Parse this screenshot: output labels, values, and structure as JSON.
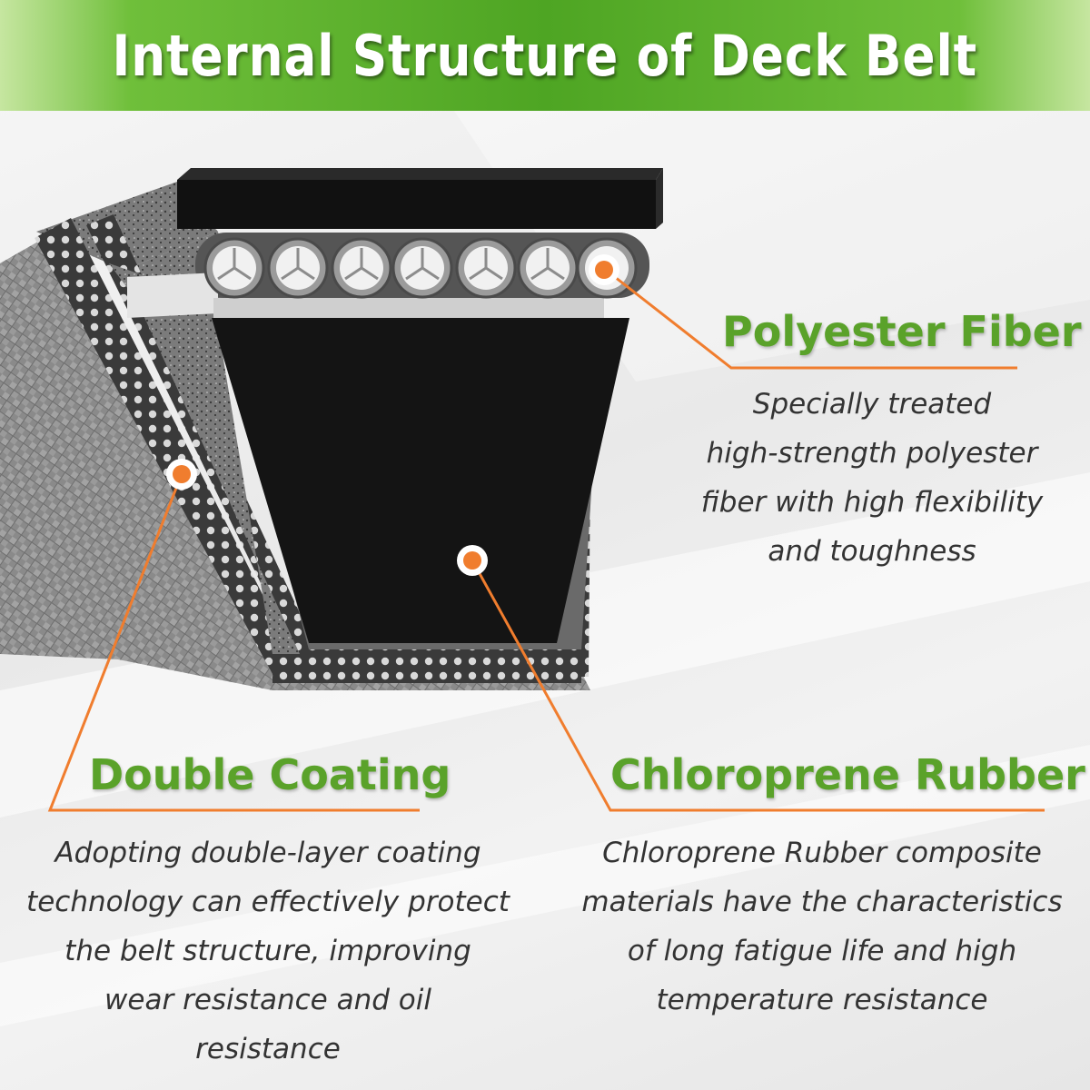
{
  "header": {
    "title": "Internal Structure of Deck Belt"
  },
  "accent_colors": {
    "title_green": "#5aa22a",
    "banner_green": "#4ea523",
    "callout_orange": "#f07d2e"
  },
  "callouts": {
    "polyester": {
      "title": "Polyester Fiber",
      "lines": [
        "Specially treated",
        "high-strength polyester",
        "fiber with high flexibility",
        "and toughness"
      ]
    },
    "coating": {
      "title": "Double Coating",
      "lines": [
        "Adopting double-layer coating",
        "technology can effectively protect",
        "the belt structure, improving",
        "wear resistance and oil",
        "resistance"
      ]
    },
    "rubber": {
      "title": "Chloroprene Rubber",
      "lines": [
        "Chloroprene Rubber composite",
        "materials have the characteristics",
        "of long fatigue life and high",
        "temperature resistance"
      ]
    }
  }
}
